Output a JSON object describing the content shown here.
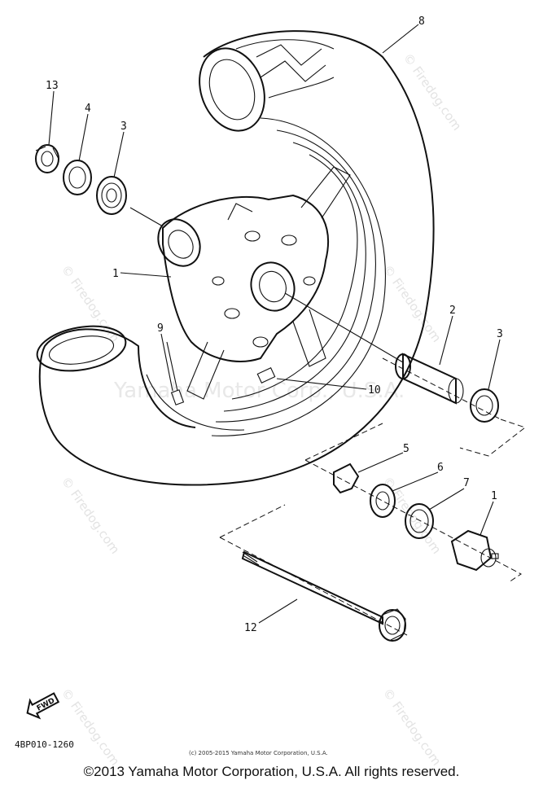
{
  "diagram": {
    "callouts": [
      {
        "id": "callout-13",
        "label": "13"
      },
      {
        "id": "callout-4",
        "label": "4"
      },
      {
        "id": "callout-3-top",
        "label": "3"
      },
      {
        "id": "callout-8",
        "label": "8"
      },
      {
        "id": "callout-1-hub",
        "label": "1"
      },
      {
        "id": "callout-9",
        "label": "9"
      },
      {
        "id": "callout-10",
        "label": "10"
      },
      {
        "id": "callout-2",
        "label": "2"
      },
      {
        "id": "callout-3-right",
        "label": "3"
      },
      {
        "id": "callout-5",
        "label": "5"
      },
      {
        "id": "callout-6",
        "label": "6"
      },
      {
        "id": "callout-7",
        "label": "7"
      },
      {
        "id": "callout-1-nut",
        "label": "1"
      },
      {
        "id": "callout-12",
        "label": "12"
      }
    ],
    "direction_marker": "FWD",
    "diagram_code": "4BP010-1260",
    "small_copyright": "(c) 2005-2015 Yamaha Motor Corporation, U.S.A.",
    "watermark_brand": "© Firedog.com",
    "watermark_center": "Yamaha Motor Corp., U.S.A."
  },
  "footer": {
    "copyright": "©2013 Yamaha Motor Corporation, U.S.A. All rights reserved."
  }
}
